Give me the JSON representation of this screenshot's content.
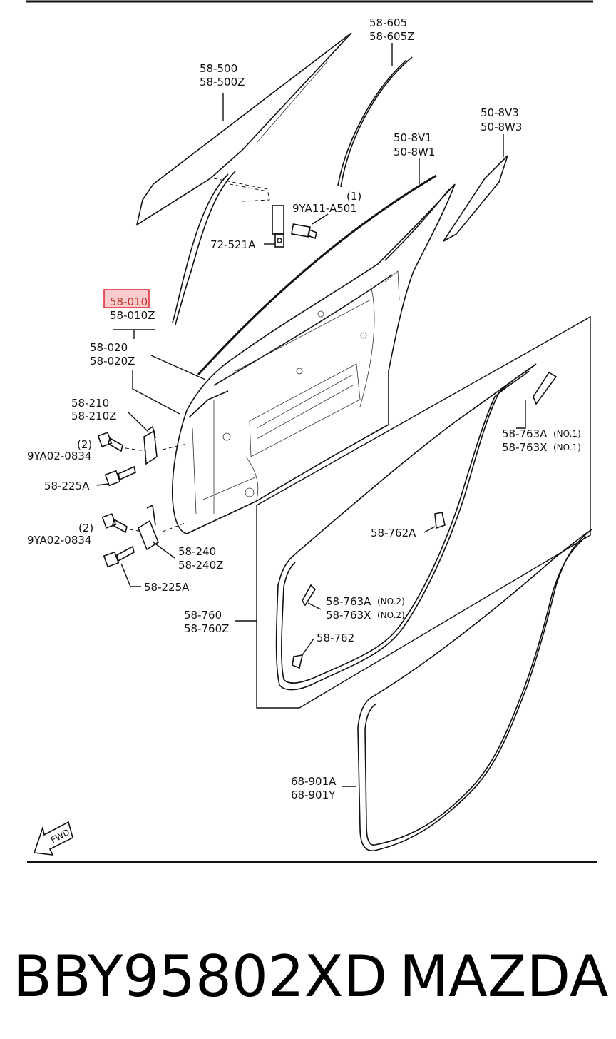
{
  "parts": {
    "p58_605": "58-605",
    "p58_605z": "58-605Z",
    "p58_500": "58-500",
    "p58_500z": "58-500Z",
    "p50_8v3": "50-8V3",
    "p50_8w3": "50-8W3",
    "p50_8v1": "50-8V1",
    "p50_8w1": "50-8W1",
    "p1a": "(1)",
    "p9ya11": "9YA11-A501",
    "p72_521a": "72-521A",
    "p58_010": "58-010",
    "p58_010z": "58-010Z",
    "p58_020": "58-020",
    "p58_020z": "58-020Z",
    "p58_210": "58-210",
    "p58_210z": "58-210Z",
    "p2a": "(2)",
    "p9ya02a": "9YA02-0834",
    "p58_225a_1": "58-225A",
    "p2b": "(2)",
    "p9ya02b": "9YA02-0834",
    "p58_240": "58-240",
    "p58_240z": "58-240Z",
    "p58_225a_2": "58-225A",
    "p58_763a_1": "58-763A",
    "p58_763x_1": "58-763X",
    "no1a": "(NO.1)",
    "no1b": "(NO.1)",
    "p58_762a": "58-762A",
    "p58_763a_2": "58-763A",
    "p58_763x_2": "58-763X",
    "no2a": "(NO.2)",
    "no2b": "(NO.2)",
    "p58_760": "58-760",
    "p58_760z": "58-760Z",
    "p58_762": "58-762",
    "p68_901a": "68-901A",
    "p68_901y": "68-901Y"
  },
  "fwd_label": "FWD",
  "caption": {
    "part_number": "BBY95802XD",
    "brand": "MAZDA"
  },
  "highlight_color": "#e0303a"
}
